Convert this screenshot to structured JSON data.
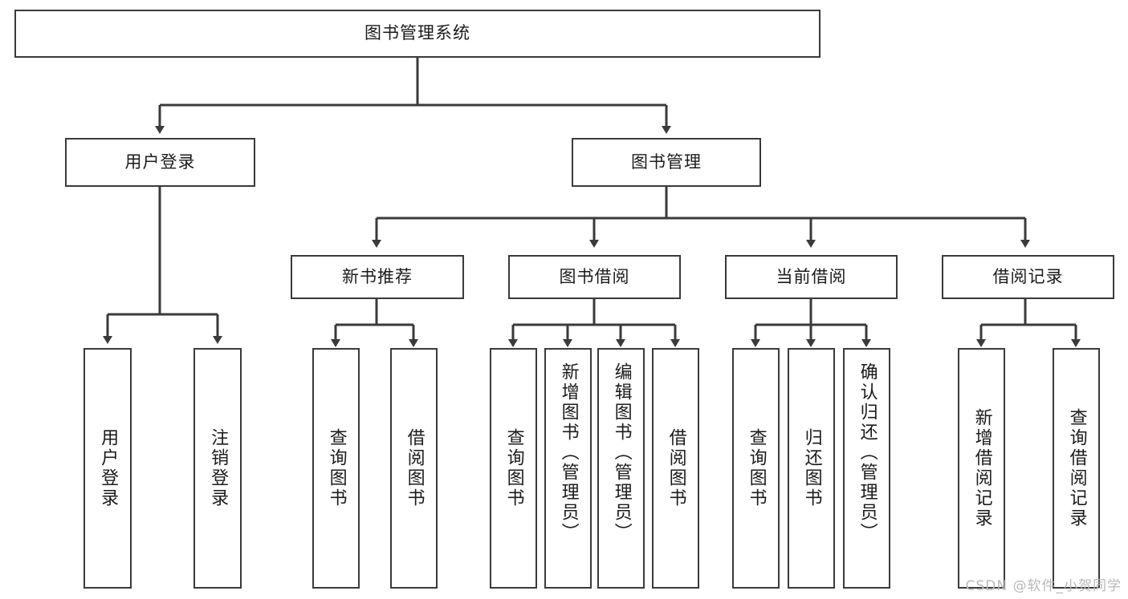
{
  "diagram": {
    "title": "图书管理系统",
    "root": {
      "label": "图书管理系统"
    },
    "level2": [
      {
        "label": "用户登录"
      },
      {
        "label": "图书管理"
      }
    ],
    "level3": [
      {
        "label": "新书推荐"
      },
      {
        "label": "图书借阅"
      },
      {
        "label": "当前借阅"
      },
      {
        "label": "借阅记录"
      }
    ],
    "leaves": [
      {
        "label": "用户登录"
      },
      {
        "label": "注销登录"
      },
      {
        "label": "查询图书"
      },
      {
        "label": "借阅图书"
      },
      {
        "label": "查询图书"
      },
      {
        "label": "新增图书（管理员）"
      },
      {
        "label": "编辑图书（管理员）"
      },
      {
        "label": "借阅图书"
      },
      {
        "label": "查询图书"
      },
      {
        "label": "归还图书"
      },
      {
        "label": "确认归还（管理员）"
      },
      {
        "label": "新增借阅记录"
      },
      {
        "label": "查询借阅记录"
      }
    ],
    "watermark": "CSDN @软件_小贺同学",
    "colors": {
      "box_border": "#3a3a3a",
      "box_fill": "#ffffff",
      "line": "#3a3a3a",
      "text": "#1b1b1b",
      "watermark": "#b9b9b9"
    }
  }
}
